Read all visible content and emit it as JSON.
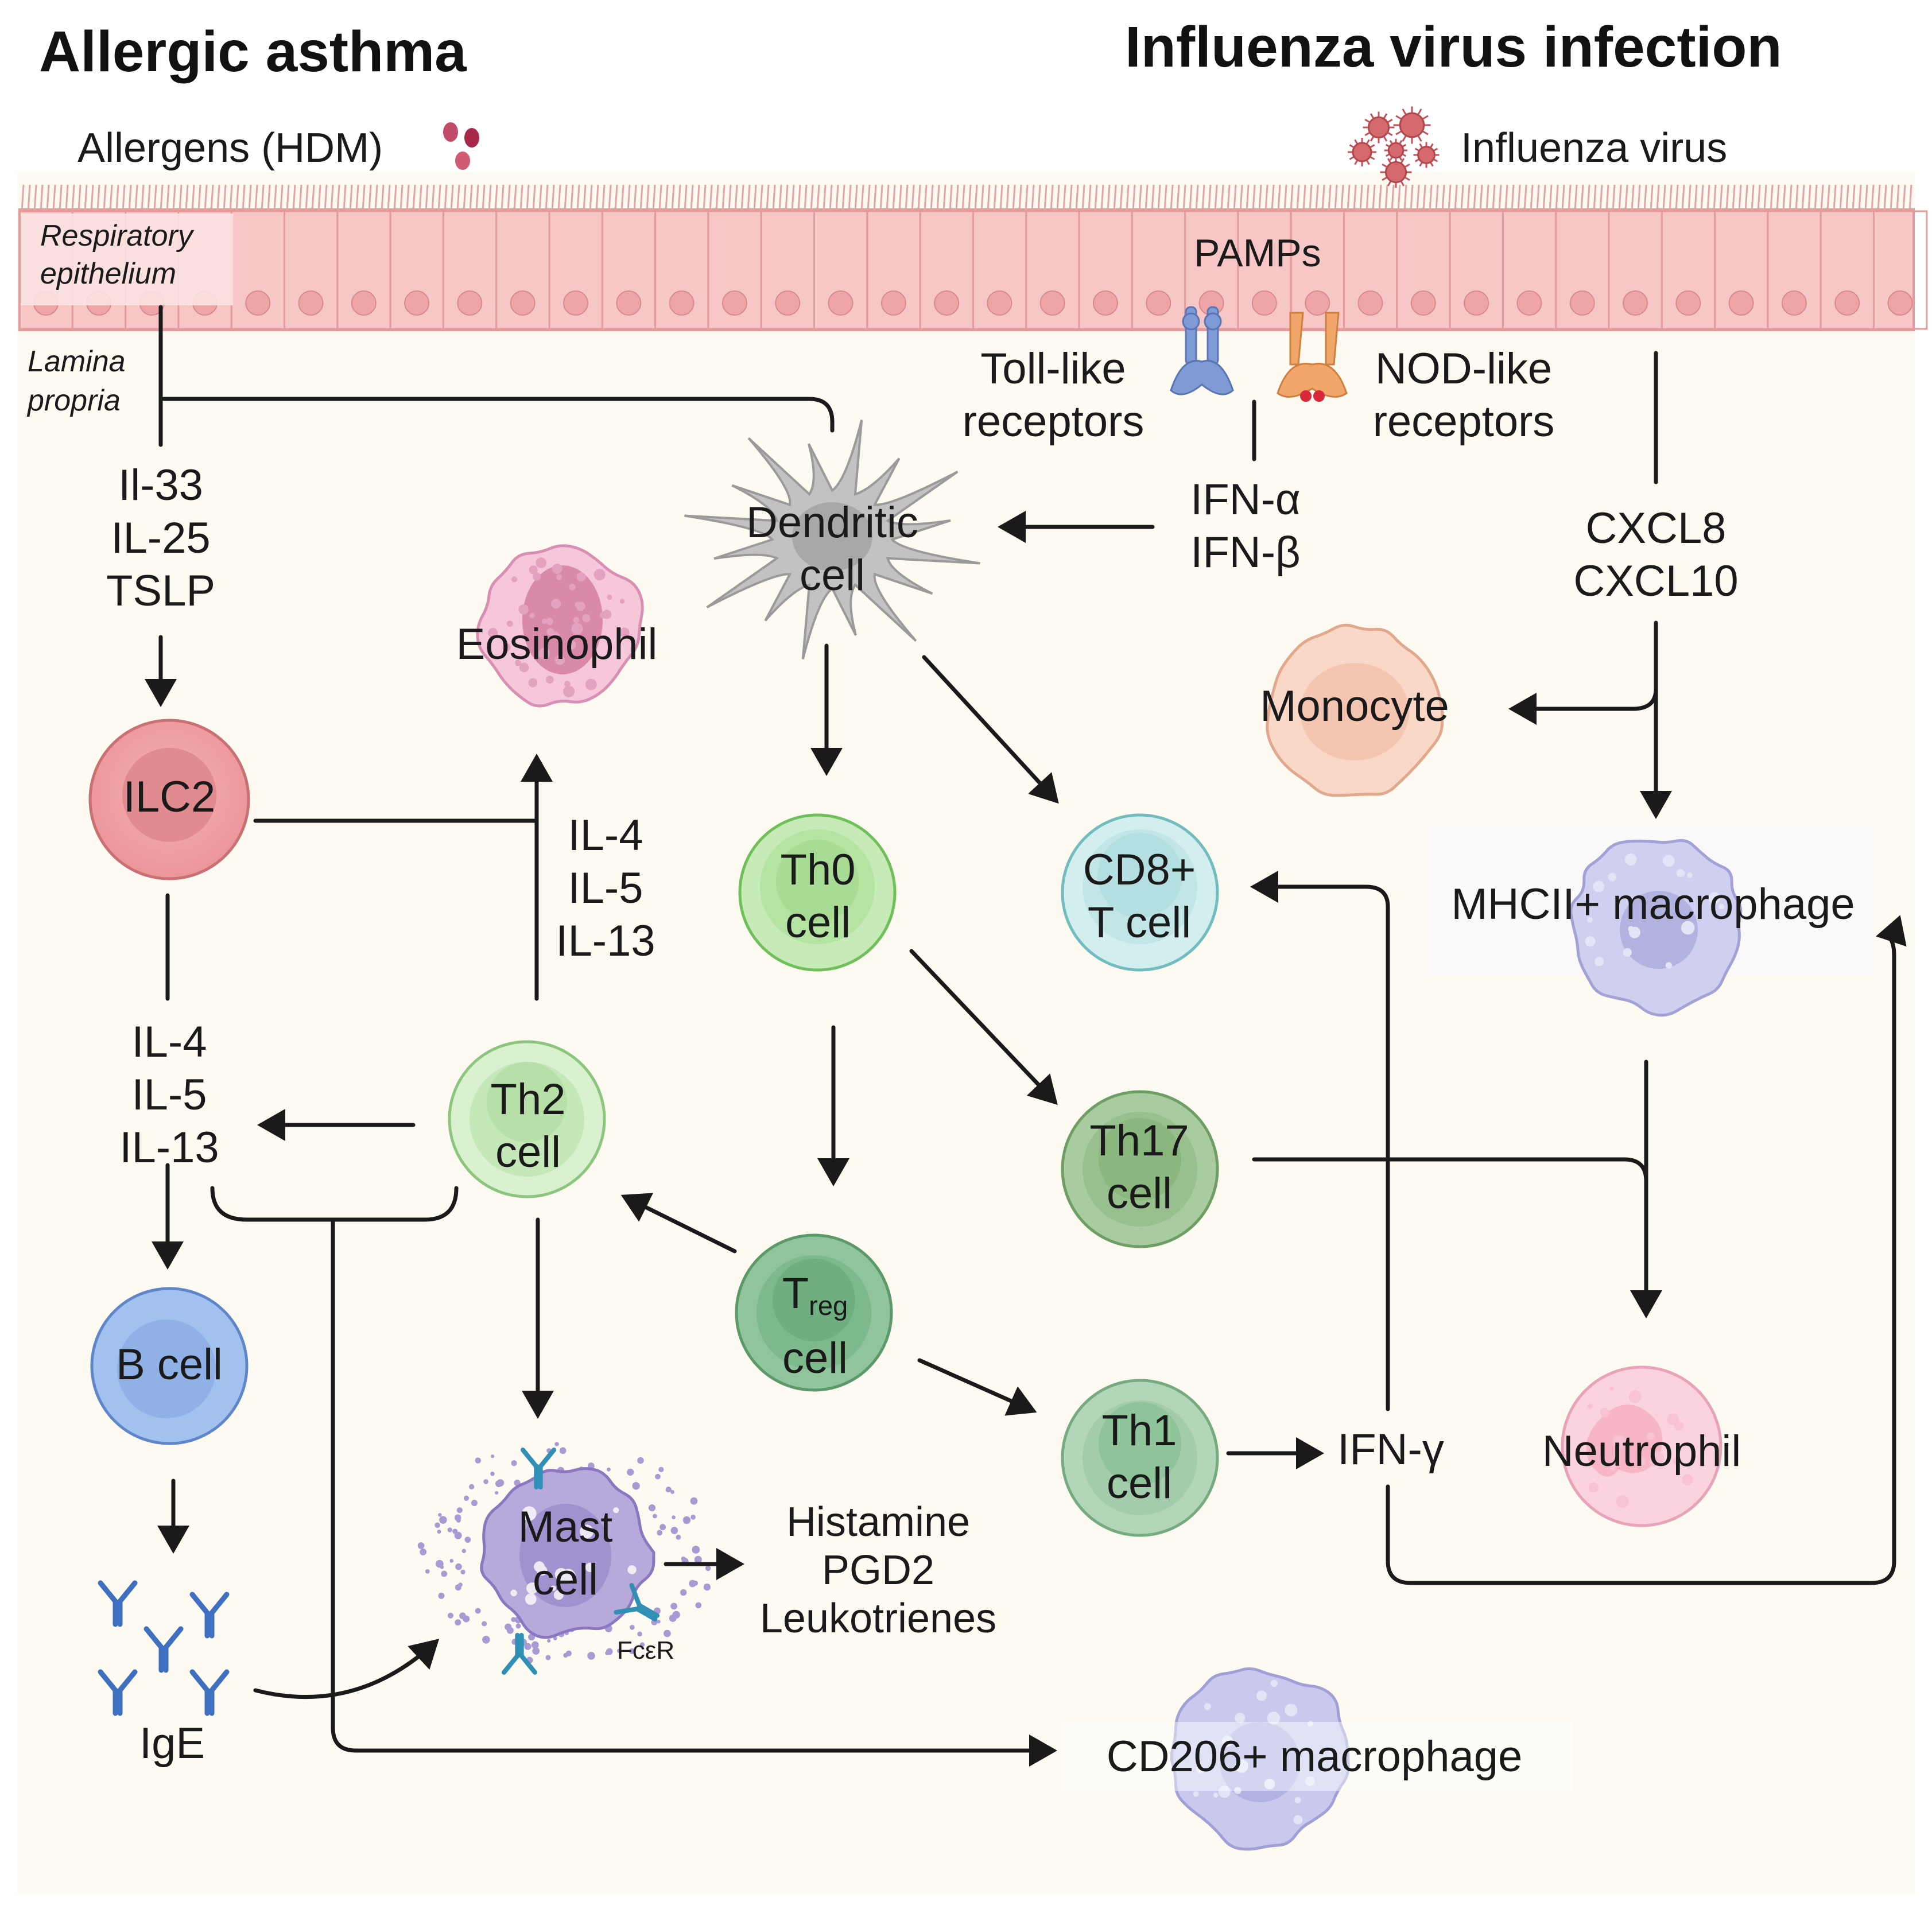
{
  "titles": {
    "left": "Allergic asthma",
    "right": "Influenza virus infection"
  },
  "stimuli": {
    "allergens": "Allergens (HDM)",
    "virus": "Influenza virus",
    "pamps": "PAMPs"
  },
  "tissue": {
    "epithelium": [
      "Respiratory",
      "epithelium"
    ],
    "lamina": [
      "Lamina",
      "propria"
    ]
  },
  "receptors": {
    "tlr": [
      "Toll-like",
      "receptors"
    ],
    "nlr": [
      "NOD-like",
      "receptors"
    ],
    "fcer": "FcεR"
  },
  "cytokines": {
    "alarmins": [
      "Il-33",
      "IL-25",
      "TSLP"
    ],
    "th2_left": [
      "IL-4",
      "IL-5",
      "IL-13"
    ],
    "th2_up": [
      "IL-4",
      "IL-5",
      "IL-13"
    ],
    "interferons": [
      "IFN-α",
      "IFN-β"
    ],
    "chemokines": [
      "CXCL8",
      "CXCL10"
    ],
    "ifng": "IFN-γ",
    "mediators": [
      "Histamine",
      "PGD2",
      "Leukotrienes"
    ],
    "ige": "IgE"
  },
  "cells": {
    "ilc2": "ILC2",
    "eosinophil": "Eosinophil",
    "dendritic": [
      "Dendritic",
      "cell"
    ],
    "th0": [
      "Th0",
      "cell"
    ],
    "cd8": [
      "CD8+",
      "T cell"
    ],
    "th2": [
      "Th2",
      "cell"
    ],
    "th17": [
      "Th17",
      "cell"
    ],
    "treg_main": "T",
    "treg_sub": "reg",
    "treg_cell": "cell",
    "th1": [
      "Th1",
      "cell"
    ],
    "bcell": "B cell",
    "mast": [
      "Mast",
      "cell"
    ],
    "monocyte": "Monocyte",
    "mhcii_mac": "MHCII+ macrophage",
    "neutrophil": "Neutrophil",
    "cd206_mac": "CD206+ macrophage"
  },
  "colors": {
    "background": "#fdfaf1",
    "epithelium": "#f6c7c6",
    "ilc2": "#ef9ea2",
    "b_cell": "#8fb3e8",
    "th_light": "#c9eab9",
    "th_dark": "#8bc39c",
    "cd8": "#bfe3e4",
    "eosinophil": "#f2b8d2",
    "monocyte": "#f9d5c4",
    "macrophage": "#c5c5ea",
    "neutrophil": "#f9c3d3",
    "mast": "#b3a5d6",
    "dendritic": "#bfbfbf",
    "antibody": "#3e6fc0",
    "arrows": "#1a1a1a"
  }
}
